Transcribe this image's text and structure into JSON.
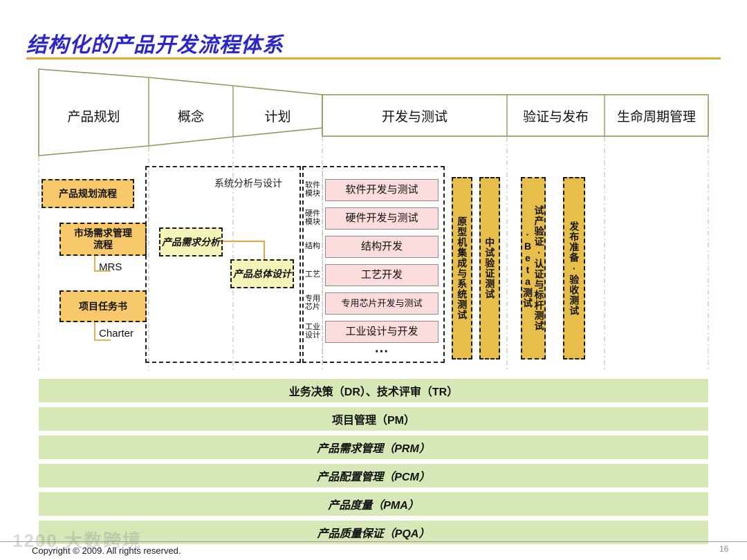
{
  "title": "结构化的产品开发流程体系",
  "phases": [
    {
      "label": "产品规划"
    },
    {
      "label": "概念"
    },
    {
      "label": "计划"
    },
    {
      "label": "开发与测试"
    },
    {
      "label": "验证与发布"
    },
    {
      "label": "生命周期管理"
    }
  ],
  "planning": {
    "boxes": [
      {
        "label": "产品规划流程"
      },
      {
        "label": "市场需求管理\n流程"
      },
      {
        "label": "项目任务书"
      }
    ],
    "connector_labels": [
      {
        "label": "MRS"
      },
      {
        "label": "Charter"
      }
    ]
  },
  "system_design": {
    "group_title": "系统分析与设计",
    "boxes": [
      {
        "label": "产品需求分析"
      },
      {
        "label": "产品总体设计"
      }
    ]
  },
  "development": {
    "rows": [
      {
        "side": "软件\n模块",
        "label": "软件开发与测试"
      },
      {
        "side": "硬件\n模块",
        "label": "硬件开发与测试"
      },
      {
        "side": "结构",
        "label": "结构开发"
      },
      {
        "side": "工艺",
        "label": "工艺开发"
      },
      {
        "side": "专用\n芯片",
        "label": "专用芯片开发与测试"
      },
      {
        "side": "工业\n设计",
        "label": "工业设计与开发"
      }
    ],
    "more": "···"
  },
  "verification": {
    "columns": [
      {
        "label": "原型机集成与系统测试"
      },
      {
        "label": "中试验证测试"
      },
      {
        "label": "试产验证·认证与标杆测试·Beta测试"
      },
      {
        "label": "发布准备·验收测试"
      }
    ]
  },
  "support_bars": [
    {
      "label": "业务决策（DR）、技术评审（TR）"
    },
    {
      "label": "项目管理（PM）"
    },
    {
      "label": "产品需求管理（PRM）"
    },
    {
      "label": "产品配置管理（PCM）"
    },
    {
      "label": "产品度量（PMA）"
    },
    {
      "label": "产品质量保证（PQA）"
    }
  ],
  "footer": {
    "copyright": "Copyright © 2009. All rights reserved.",
    "page_number": "16",
    "watermark": "1200 大数跨境"
  },
  "colors": {
    "title": "#2a26c9",
    "rule": "#E8A33D",
    "funnel_stroke": "#8C9A5B",
    "orange": "#F6C86A",
    "yellow": "#F4F3B8",
    "pink": "#F9DCDB",
    "gold": "#E8BE4A",
    "green": "#D5E8B6"
  }
}
